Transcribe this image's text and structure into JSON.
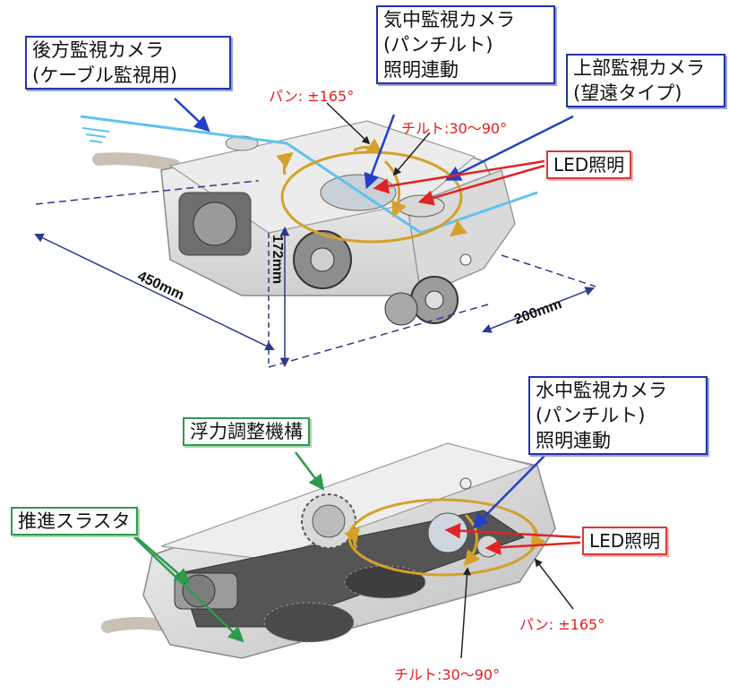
{
  "top_view": {
    "labels": {
      "rear_camera": [
        "後方監視カメラ",
        "(ケーブル監視用)"
      ],
      "air_camera": [
        "気中監視カメラ",
        "(パンチルト)",
        "照明連動"
      ],
      "upper_camera": [
        "上部監視カメラ",
        "(望遠タイプ)"
      ],
      "led": "LED照明"
    },
    "annotations": {
      "pan": "パン: ±165°",
      "tilt": "チルト:30〜90°"
    },
    "dimensions": {
      "length": "450mm",
      "height": "172mm",
      "width": "200mm"
    }
  },
  "bottom_view": {
    "labels": {
      "water_camera": [
        "水中監視カメラ",
        "(パンチルト)",
        "照明連動"
      ],
      "buoyancy": "浮力調整機構",
      "thruster": "推進スラスタ",
      "led": "LED照明"
    },
    "annotations": {
      "pan": "パン: ±165°",
      "tilt": "チルト:30〜90°"
    }
  },
  "colors": {
    "label_border_blue": "#2233aa",
    "label_border_red": "#d63a3a",
    "label_border_green": "#2e9a4e",
    "arrow_blue": "#2340c8",
    "arrow_red": "#e02424",
    "arrow_green": "#2e9a4e",
    "rotation_ring": "#d4a12a",
    "water_line": "#5fc3ee",
    "dimension_line": "#2b3a8a"
  }
}
